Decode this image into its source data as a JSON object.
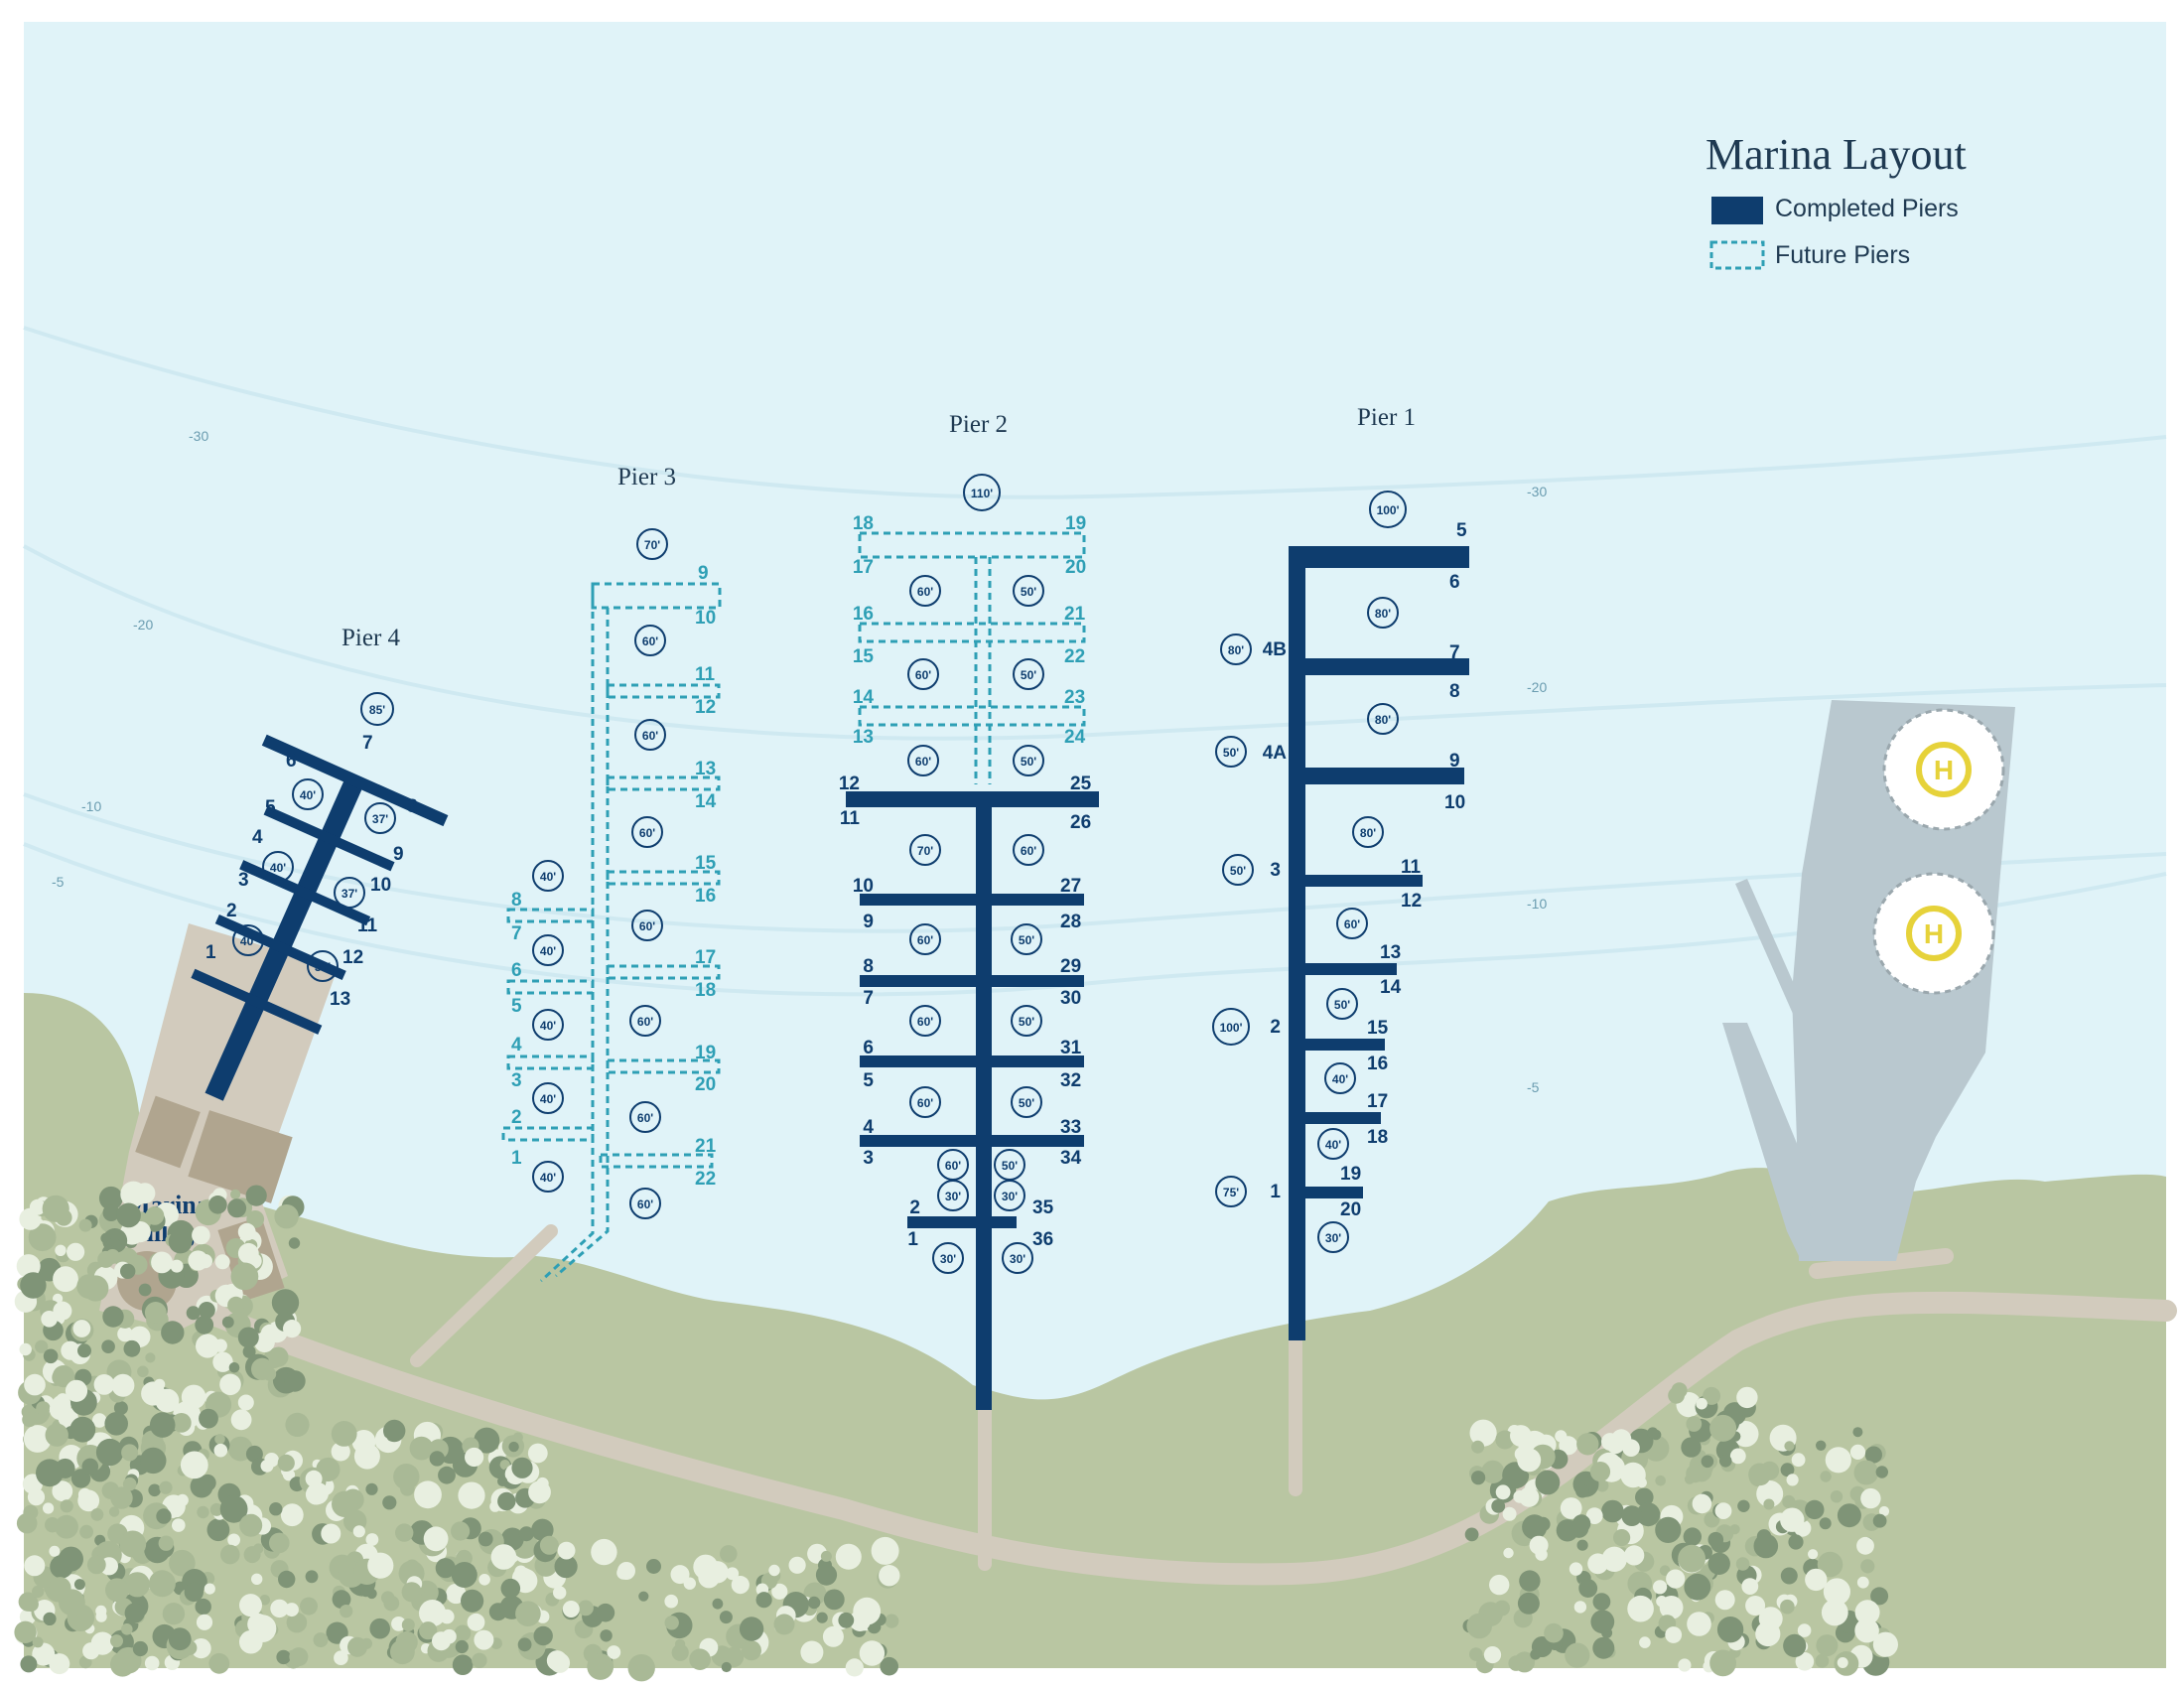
{
  "title": "Marina Layout",
  "legend": {
    "completed": "Completed Piers",
    "future": "Future Piers"
  },
  "colors": {
    "water": "#e0f3f8",
    "land": "#b9c6a2",
    "path": "#d2cbbd",
    "completed_pier": "#0e3d6e",
    "future_pier": "#2e9fb5",
    "helipad": "#f0ea6e",
    "dock_gray": "#b9c8cf"
  },
  "depth_labels": [
    "-30",
    "-30",
    "-20",
    "-20",
    "-10",
    "-10",
    "-5",
    "-5"
  ],
  "village_label": [
    "Marina",
    "Village"
  ],
  "helipad_symbol": "H",
  "piers": {
    "pier4": {
      "name": "Pier 4",
      "slips": [
        "1",
        "2",
        "3",
        "4",
        "5",
        "6",
        "7",
        "8",
        "9",
        "10",
        "11",
        "12",
        "13"
      ],
      "sizes": [
        "85'",
        "40'",
        "40'",
        "40'",
        "37'",
        "37'",
        "37'"
      ]
    },
    "pier3": {
      "name": "Pier 3",
      "slips": [
        "1",
        "2",
        "3",
        "4",
        "5",
        "6",
        "7",
        "8",
        "9",
        "10",
        "11",
        "12",
        "13",
        "14",
        "15",
        "16",
        "17",
        "18",
        "19",
        "20",
        "21",
        "22"
      ],
      "sizes": [
        "70'",
        "60'",
        "60'",
        "60'",
        "60'",
        "60'",
        "60'",
        "60'",
        "40'",
        "40'",
        "40'",
        "40'",
        "40'"
      ]
    },
    "pier2": {
      "name": "Pier 2",
      "slips": [
        "1",
        "2",
        "3",
        "4",
        "5",
        "6",
        "7",
        "8",
        "9",
        "10",
        "11",
        "12",
        "13",
        "14",
        "15",
        "16",
        "17",
        "18",
        "19",
        "20",
        "21",
        "22",
        "23",
        "24",
        "25",
        "26",
        "27",
        "28",
        "29",
        "30",
        "31",
        "32",
        "33",
        "34",
        "35",
        "36"
      ],
      "sizes": [
        "110'",
        "60'",
        "50'",
        "60'",
        "50'",
        "60'",
        "50'",
        "70'",
        "60'",
        "60'",
        "50'",
        "60'",
        "50'",
        "60'",
        "50'",
        "60'",
        "50'",
        "30'",
        "30'",
        "30'",
        "30'"
      ]
    },
    "pier1": {
      "name": "Pier 1",
      "slips": [
        "1",
        "2",
        "3",
        "4A",
        "4B",
        "5",
        "6",
        "7",
        "8",
        "9",
        "10",
        "11",
        "12",
        "13",
        "14",
        "15",
        "16",
        "17",
        "18",
        "19",
        "20"
      ],
      "sizes": [
        "100'",
        "80'",
        "80'",
        "80'",
        "80'",
        "50'",
        "50'",
        "100'",
        "75'",
        "60'",
        "50'",
        "40'",
        "40'",
        "30'"
      ]
    }
  }
}
